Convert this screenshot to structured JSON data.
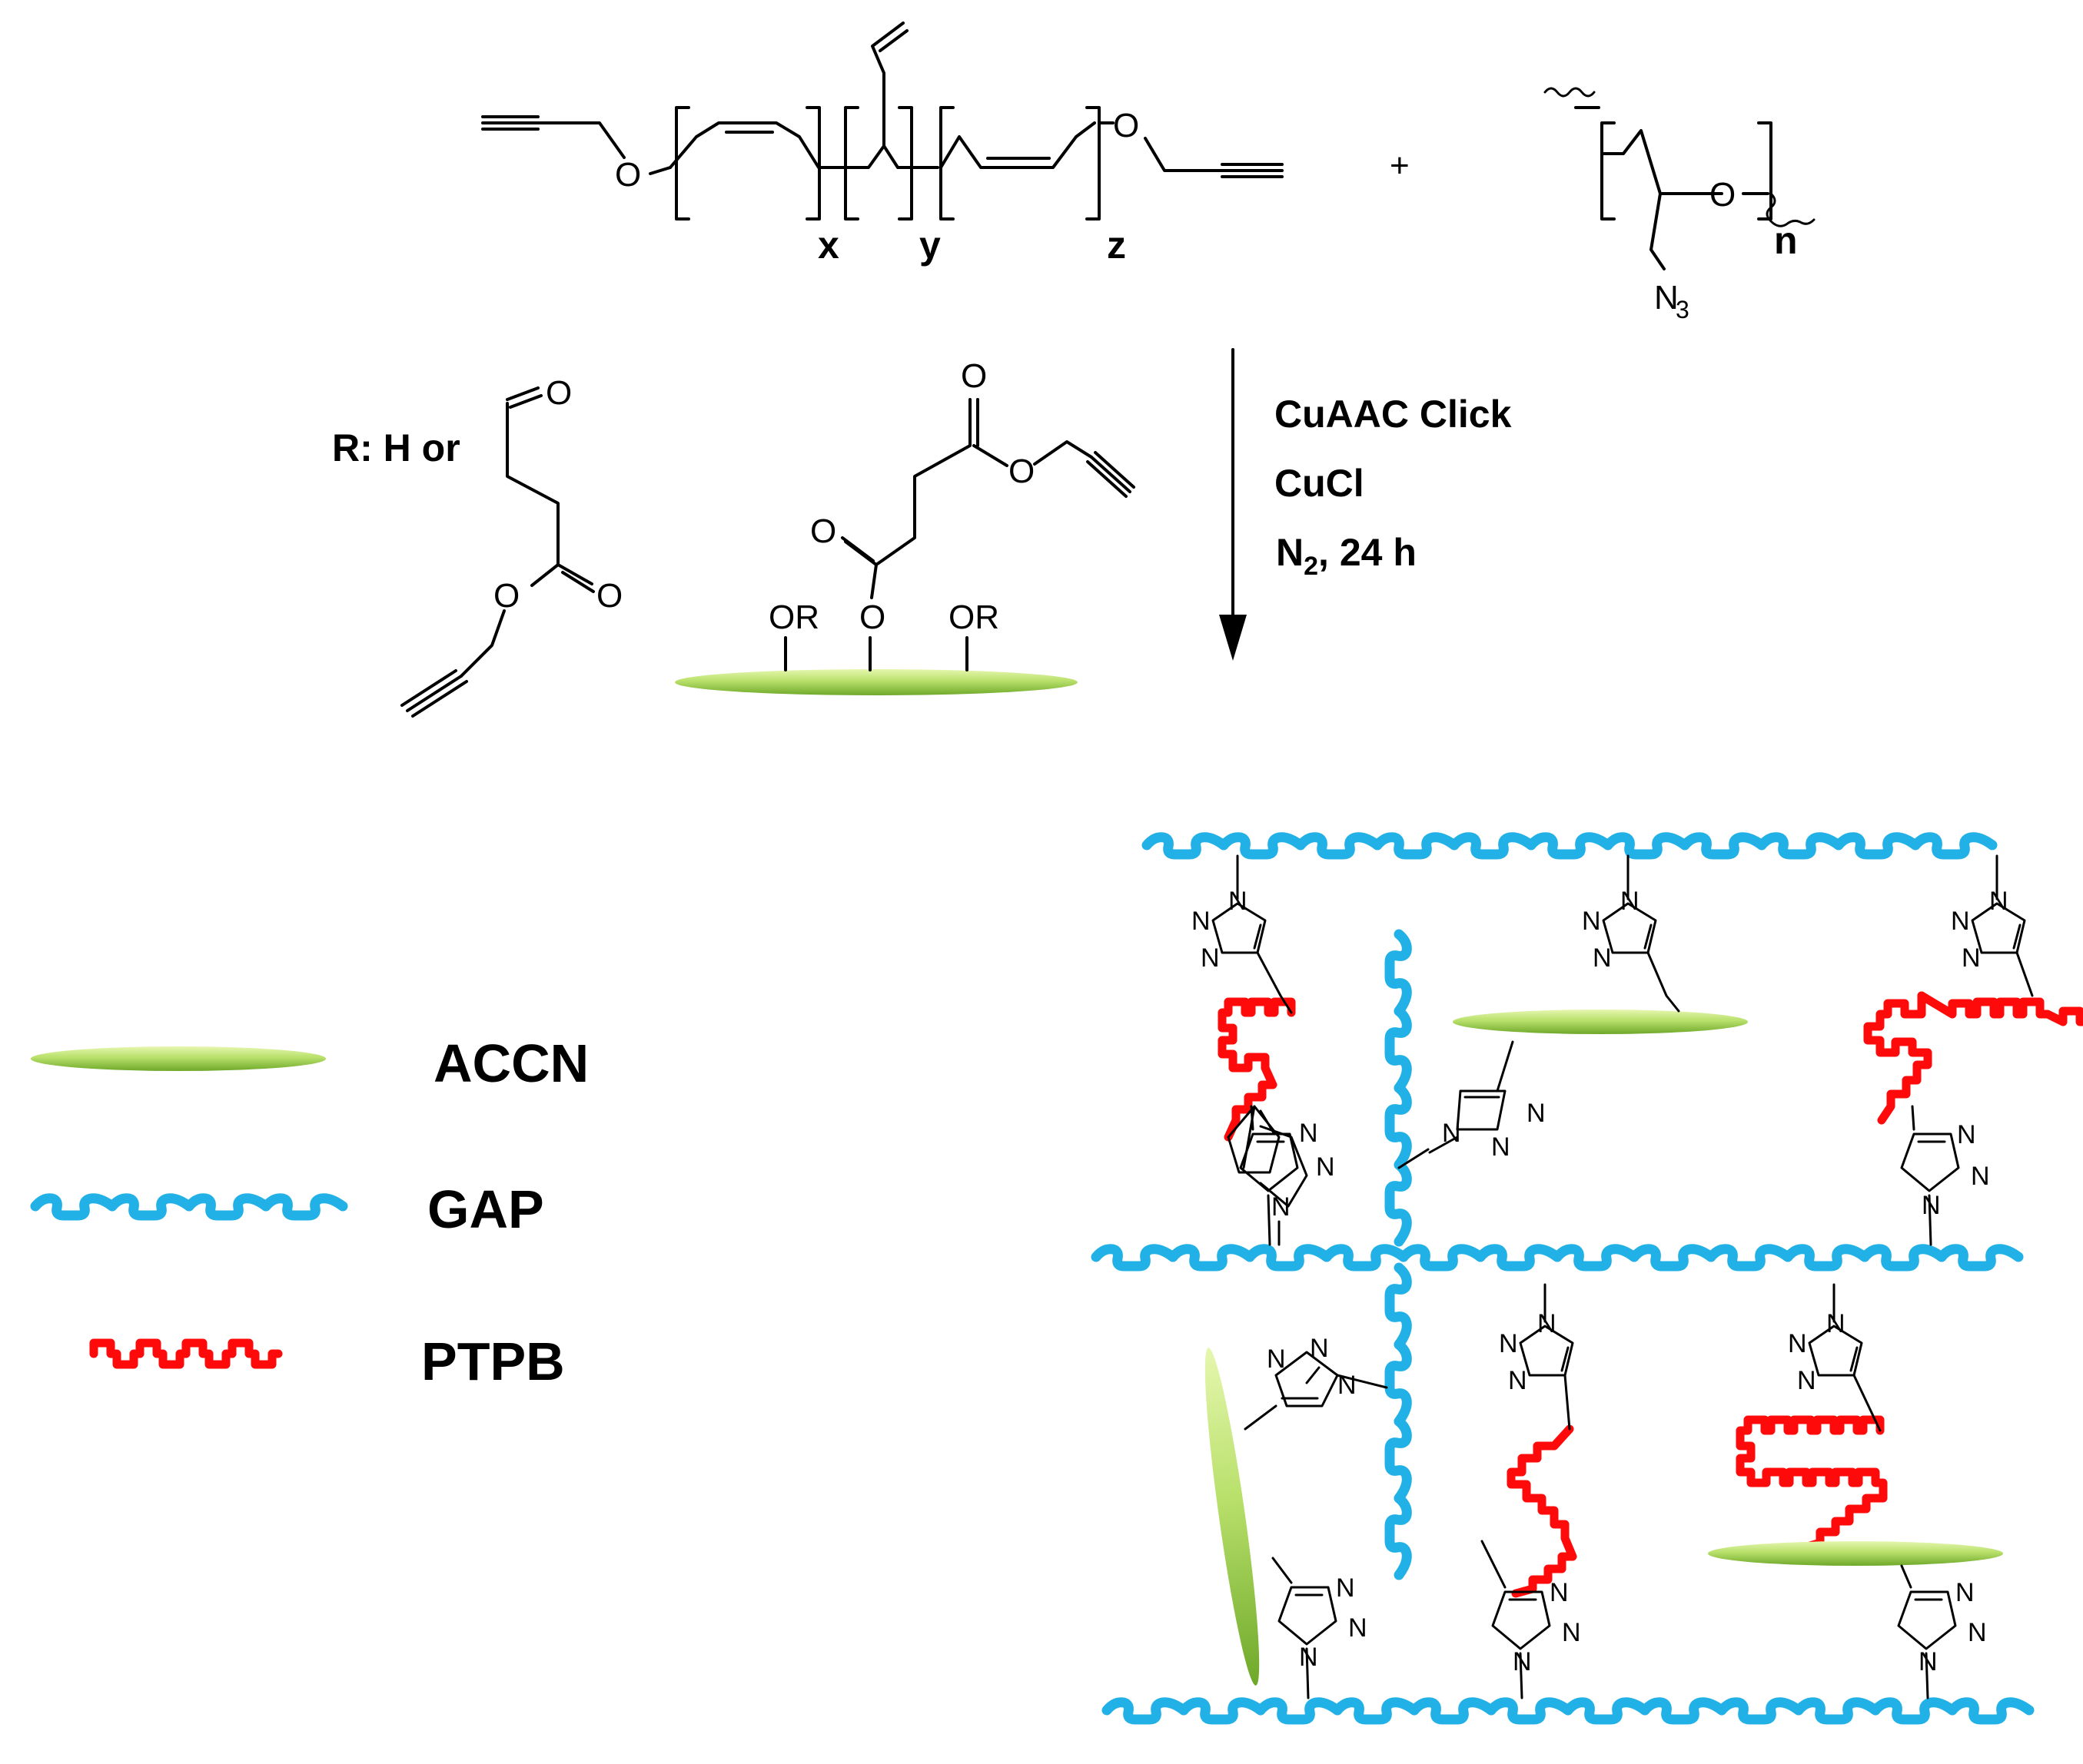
{
  "colors": {
    "gap": "#22b1e6",
    "ptpb": "#ff0a0a",
    "accn_light": "#d9f09a",
    "accn_dark": "#7cb830"
  },
  "monomers": {
    "ptpb": {
      "o_left": "O",
      "o_right": "O",
      "x": "x",
      "y": "y",
      "z": "z"
    },
    "plus": "+",
    "gap": {
      "o": "O",
      "n": "n",
      "azide": "N",
      "azide_sub": "3"
    }
  },
  "substituent": {
    "r_label": "R: H or",
    "o_aldehyde": "O",
    "o_ester1": "O",
    "o_ester2": "O"
  },
  "accn_surface": {
    "or_left": "OR",
    "or_right": "OR",
    "o_link": "O",
    "o_carbonyl1": "O",
    "o_carbonyl2": "O",
    "o_ester": "O"
  },
  "conditions": {
    "line1": "CuAAC Click",
    "line2": "CuCl",
    "line3_n": "N",
    "line3_sub": "2",
    "line3_rest": ", 24 h"
  },
  "legend": {
    "accn": "ACCN",
    "gap": "GAP",
    "ptpb": "PTPB"
  },
  "triazole": {
    "n": "N"
  }
}
